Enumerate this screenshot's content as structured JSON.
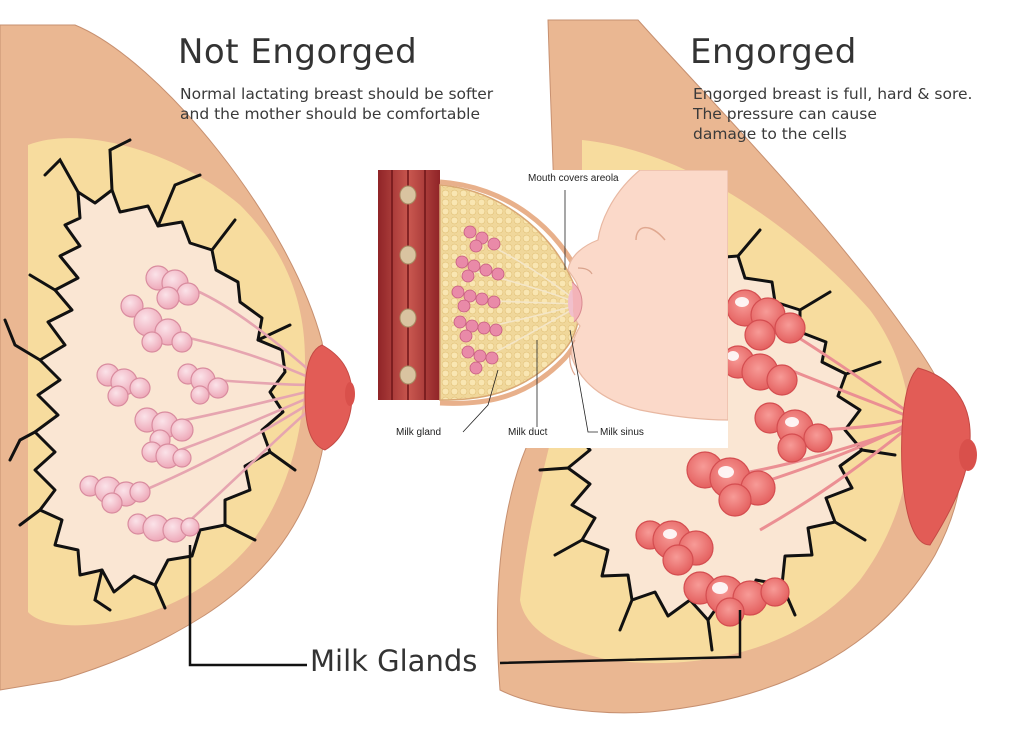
{
  "left_panel": {
    "title": "Not Engorged",
    "description": [
      "Normal lactating breast should be softer",
      "and the mother should be comfortable"
    ]
  },
  "right_panel": {
    "title": "Engorged",
    "description": [
      "Engorged breast is full, hard & sore.",
      "The pressure can cause",
      "damage to the cells"
    ]
  },
  "inset": {
    "labels": {
      "mouth": "Mouth covers areola",
      "gland": "Milk gland",
      "duct": "Milk duct",
      "sinus": "Milk sinus"
    }
  },
  "shared_label": "Milk Glands",
  "colors": {
    "skin": "#eab792",
    "fat": "#f7dc9e",
    "tissue": "#fae6d3",
    "outline": "#111111",
    "normal_lobule": "#f2b7c4",
    "engorged_lobule": "#ee6e6e",
    "nipple": "#e25c56",
    "muscle": "#b33a3a",
    "face": "#fbd9c9"
  }
}
